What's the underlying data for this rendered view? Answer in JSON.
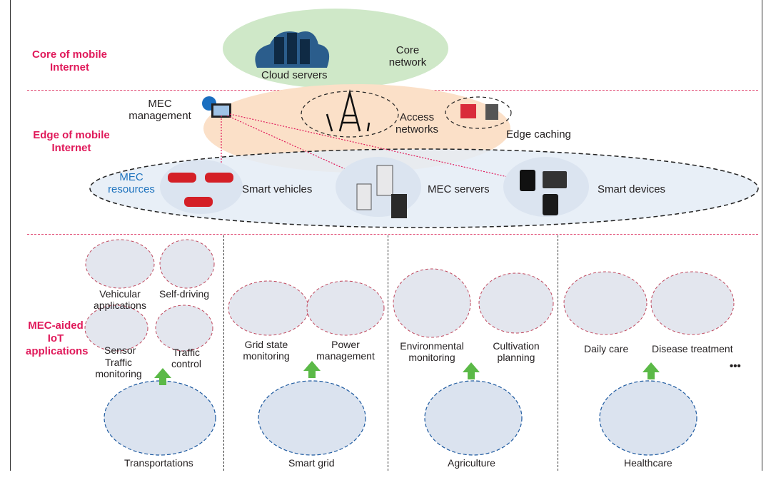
{
  "tiers": {
    "core": "Core of mobile Internet",
    "edge": "Edge of mobile Internet",
    "apps": "MEC-aided IoT applications"
  },
  "core": {
    "cloud_servers": "Cloud servers",
    "core_network": "Core network"
  },
  "edge": {
    "mec_management": "MEC management",
    "access_networks": "Access networks",
    "edge_caching": "Edge caching",
    "mec_resources": "MEC resources",
    "smart_vehicles": "Smart vehicles",
    "mec_servers": "MEC servers",
    "smart_devices": "Smart devices"
  },
  "columns": [
    {
      "base": "Transportations",
      "apps": [
        "Vehicular applications",
        "Self-driving",
        "Sensor",
        "Traffic monitoring",
        "Traffic control"
      ]
    },
    {
      "base": "Smart grid",
      "apps": [
        "Grid state monitoring",
        "Power management"
      ]
    },
    {
      "base": "Agriculture",
      "apps": [
        "Environmental monitoring",
        "Cultivation planning"
      ]
    },
    {
      "base": "Healthcare",
      "apps": [
        "Daily care",
        "Disease treatment"
      ]
    }
  ],
  "ellipsis": "•••",
  "colors": {
    "tier_label": "#e0195a",
    "core_cloud": "#cfe8c8",
    "access_area": "#fbe0c8",
    "edge_area": "#e4ecf6",
    "arrow": "#5bb947",
    "mec_link": "#e0195a"
  }
}
